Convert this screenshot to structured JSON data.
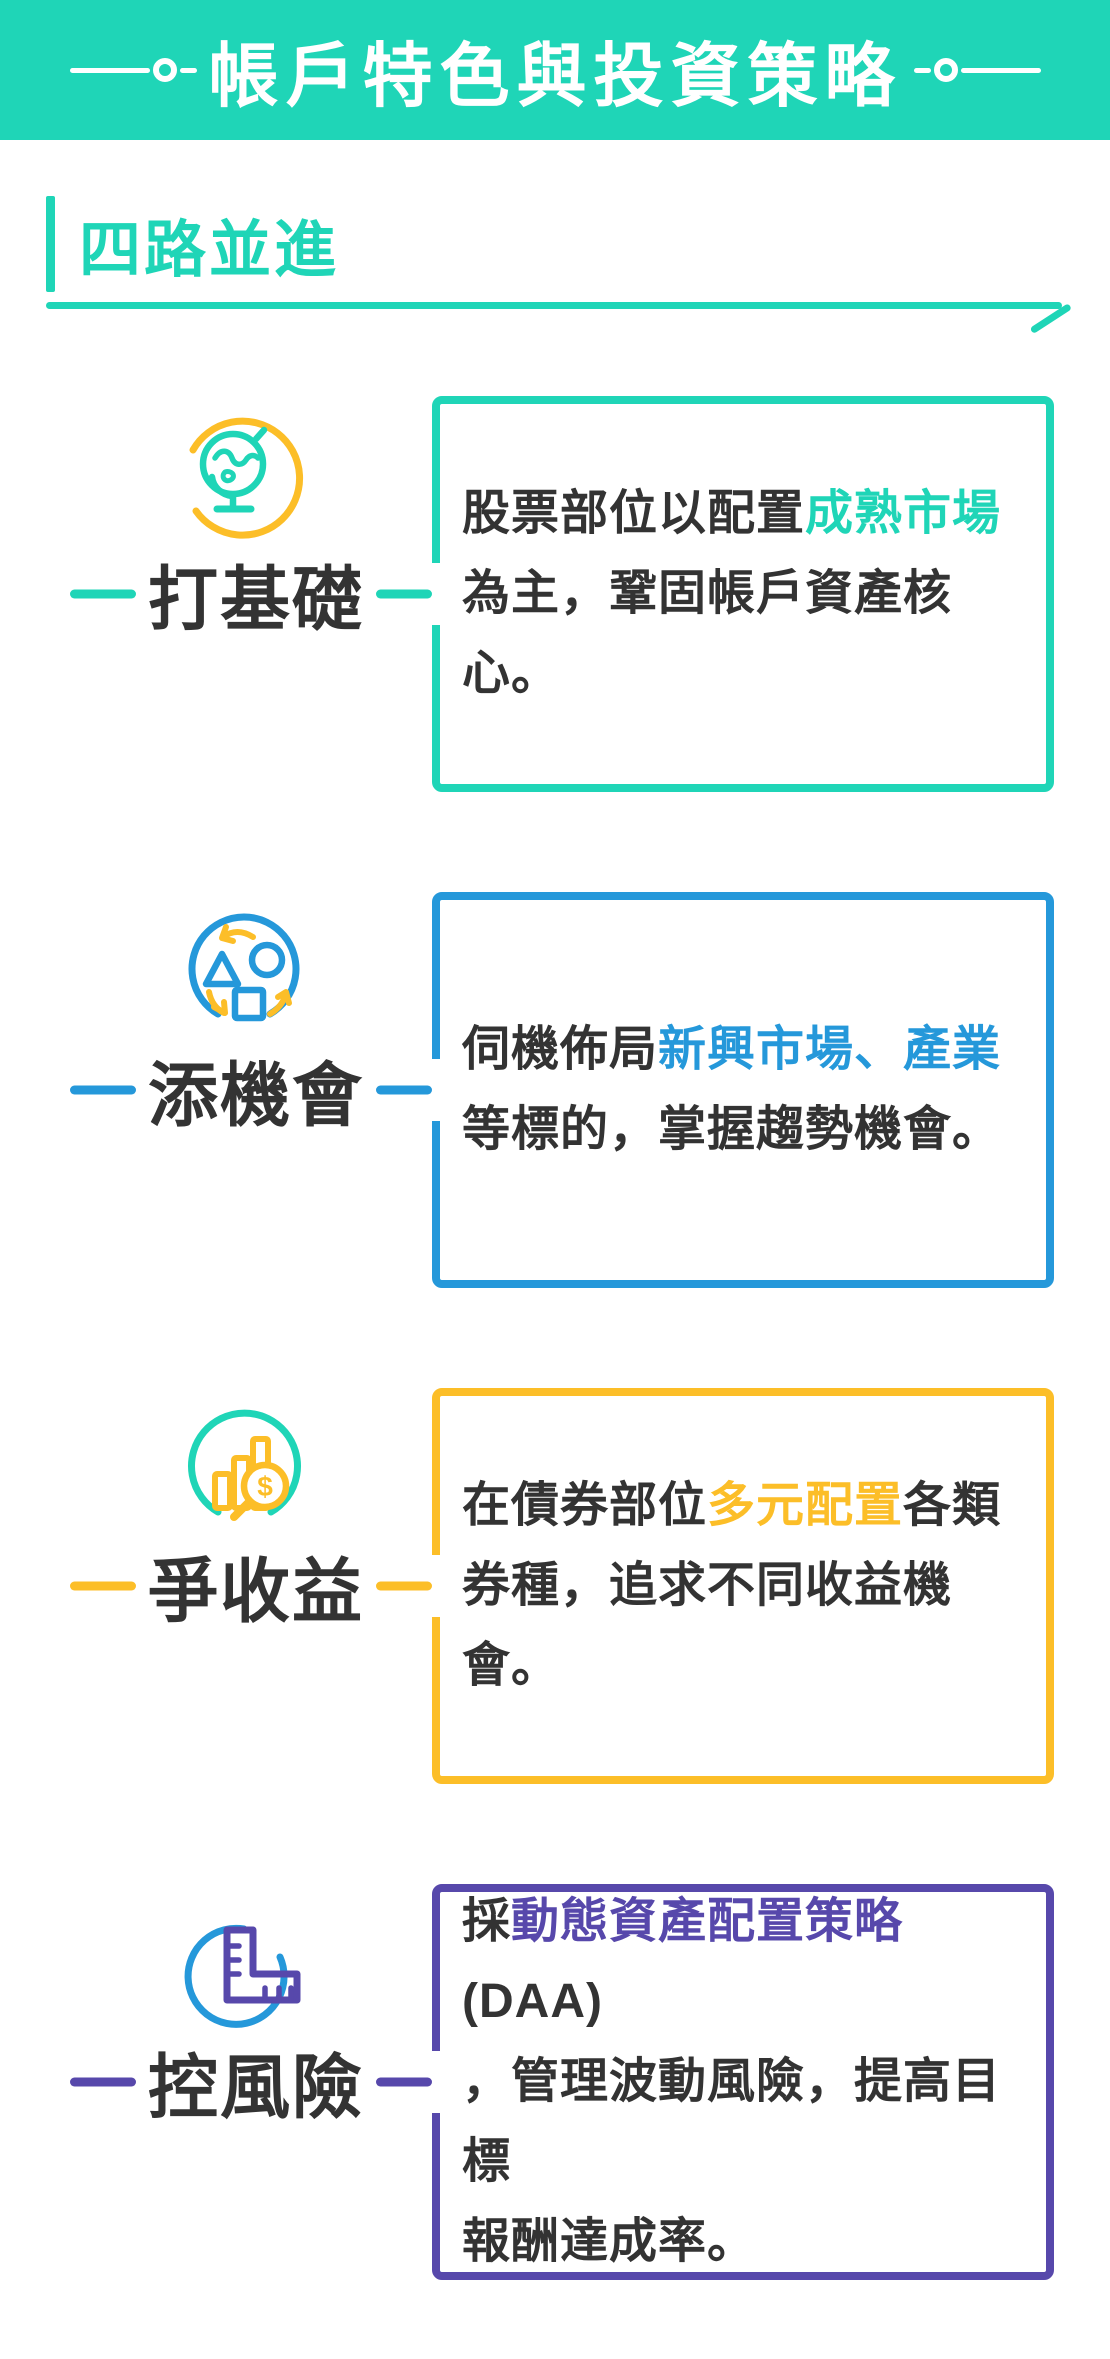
{
  "colors": {
    "teal": "#1fd5b7",
    "blue": "#2598da",
    "yellow": "#fcbe28",
    "purple": "#5748ab",
    "dark": "#333333",
    "white": "#ffffff"
  },
  "header": {
    "title": "帳戶特色與投資策略"
  },
  "section": {
    "title": "四路並進"
  },
  "items": [
    {
      "label": "打基礎",
      "accent": "#1fd5b7",
      "icon": "globe-icon",
      "text_segments": [
        {
          "t": "股票部位以配置"
        },
        {
          "t": "成熟市場",
          "hl": true
        },
        {
          "br": true
        },
        {
          "t": "為主，鞏固帳戶資產核心。"
        }
      ]
    },
    {
      "label": "添機會",
      "accent": "#2598da",
      "icon": "cycle-shapes-icon",
      "text_segments": [
        {
          "t": "伺機佈局"
        },
        {
          "t": "新興市場、產業",
          "hl": true
        },
        {
          "br": true
        },
        {
          "t": "等標的，掌握趨勢機會。"
        }
      ]
    },
    {
      "label": "爭收益",
      "accent": "#fcbe28",
      "icon": "chart-magnifier-icon",
      "text_segments": [
        {
          "t": "在債券部位"
        },
        {
          "t": "多元配置",
          "hl": true
        },
        {
          "t": "各類"
        },
        {
          "br": true
        },
        {
          "t": "券種，追求不同收益機會。"
        }
      ]
    },
    {
      "label": "控風險",
      "accent": "#5748ab",
      "icon": "ruler-icon",
      "text_segments": [
        {
          "t": "採"
        },
        {
          "t": "動態資產配置策略",
          "hl": true
        },
        {
          "t": "(DAA)"
        },
        {
          "br": true
        },
        {
          "t": "，管理波動風險，提高目標"
        },
        {
          "br": true
        },
        {
          "t": "報酬達成率。"
        }
      ]
    }
  ]
}
